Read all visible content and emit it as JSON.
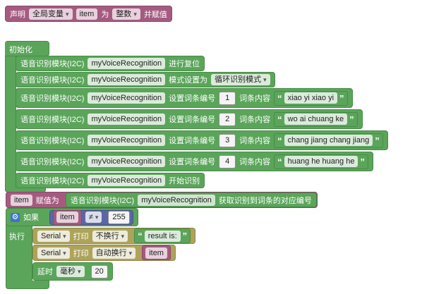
{
  "colors": {
    "variable": "#a55b80",
    "setup": "#5ba55b",
    "logic": "#5b67a5",
    "serial": "#aea35a",
    "text": "#5ba55b",
    "control": "#5ba55b"
  },
  "icons": {
    "dropdown": "▾",
    "gear": "⚙",
    "quote_open": "“",
    "quote_close": "”"
  },
  "declare": {
    "prefix": "声明",
    "scope": "全局变量",
    "var": "item",
    "as": "为",
    "type": "整数",
    "assign": "并赋值"
  },
  "setup": {
    "label": "初始化"
  },
  "voice": {
    "module_label": "语音识别模块(I2C)",
    "device": "myVoiceRecognition",
    "reset_label": "进行复位",
    "mode_label": "模式设置为",
    "mode_value": "循环识别模式",
    "set_entry_label": "设置词条编号",
    "entry_content_label": "词条内容",
    "start_label": "开始识别",
    "get_label": "获取识别到词条的对应编号"
  },
  "entries": [
    {
      "num": "1",
      "text": "xiao yi xiao yi"
    },
    {
      "num": "2",
      "text": "wo ai chuang ke"
    },
    {
      "num": "3",
      "text": "chang jiang chang jiang"
    },
    {
      "num": "4",
      "text": "huang he huang he"
    }
  ],
  "assign": {
    "var": "item",
    "label": "赋值为"
  },
  "if_block": {
    "if_label": "如果",
    "do_label": "执行",
    "cond_var": "item",
    "cond_op": "≠",
    "cond_value": "255"
  },
  "serial": [
    {
      "port": "Serial",
      "print_label": "打印",
      "mode": "不换行",
      "text": "result is:"
    },
    {
      "port": "Serial",
      "print_label": "打印",
      "mode": "自动换行",
      "var": "item"
    }
  ],
  "delay": {
    "label": "延时",
    "unit": "毫秒",
    "value": "20"
  }
}
